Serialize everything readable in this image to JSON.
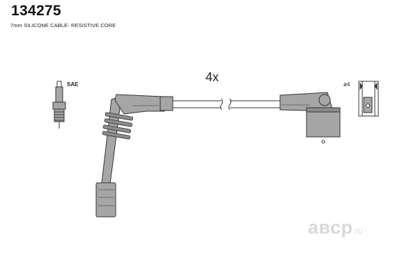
{
  "header": {
    "part_number": "134275",
    "cable_spec": "7mm SILICONE CABLE- RESISTIVE CORE"
  },
  "labels": {
    "terminal_type": "SAE",
    "diameter": "ø4",
    "quantity": "4x"
  },
  "watermark": {
    "brand": "aвср",
    "suffix": ".ru"
  },
  "colors": {
    "part_fill": "#a6a6a6",
    "outline": "#333333",
    "text": "#111111",
    "watermark": "#d9d9d9"
  }
}
